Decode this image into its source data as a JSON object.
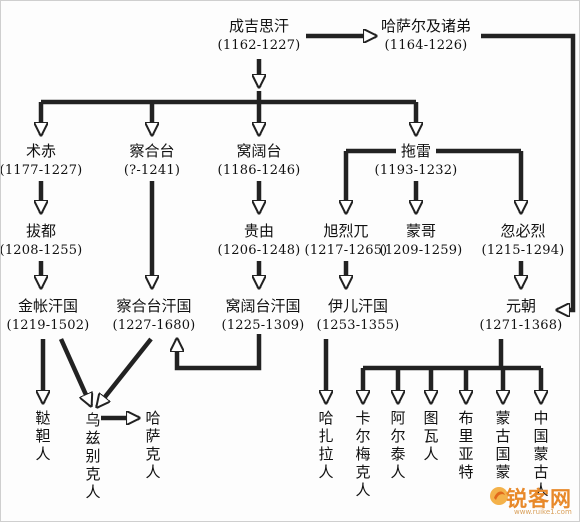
{
  "nodes": {
    "genghis": {
      "name": "成吉思汗",
      "years": "(1162-1227)"
    },
    "hasar": {
      "name": "哈萨尔及诸弟",
      "years": "(1164-1226)"
    },
    "jochi": {
      "name": "术赤",
      "years": "(1177-1227)"
    },
    "chagatai": {
      "name": "察合台",
      "years": "(?-1241)"
    },
    "ogedei": {
      "name": "窝阔台",
      "years": "(1186-1246)"
    },
    "tolui": {
      "name": "拖雷",
      "years": "(1193-1232)"
    },
    "batu": {
      "name": "拔都",
      "years": "(1208-1255)"
    },
    "guyuk": {
      "name": "贵由",
      "years": "(1206-1248)"
    },
    "hulagu": {
      "name": "旭烈兀",
      "years": "(1217-1265)"
    },
    "mongke": {
      "name": "蒙哥",
      "years": "(1209-1259)"
    },
    "kublai": {
      "name": "忽必烈",
      "years": "(1215-1294)"
    },
    "golden_horde": {
      "name": "金帐汗国",
      "years": "(1219-1502)"
    },
    "chagatai_khanate": {
      "name": "察合台汗国",
      "years": "(1227-1680)"
    },
    "ogedei_khanate": {
      "name": "窝阔台汗国",
      "years": "(1225-1309)"
    },
    "ilkhanate": {
      "name": "伊儿汗国",
      "years": "(1253-1355)"
    },
    "yuan": {
      "name": "元朝",
      "years": "(1271-1368)"
    }
  },
  "peoples": {
    "tatar": "鞑靼人",
    "uzbek": "乌兹别克人",
    "kazakh": "哈萨克人",
    "hazara": "哈扎拉人",
    "kalmyk": "卡尔梅克人",
    "altai": "阿尔泰人",
    "tuvan": "图瓦人",
    "buryat": "布里亚特",
    "mongolia_mongol": "蒙古国蒙",
    "china_mongol": "中国蒙古人"
  },
  "watermark": {
    "text": "锐客网",
    "sub": "www.ruike1.com"
  },
  "colors": {
    "line": "#222222",
    "text": "#111111",
    "watermark": "#e8892a"
  }
}
